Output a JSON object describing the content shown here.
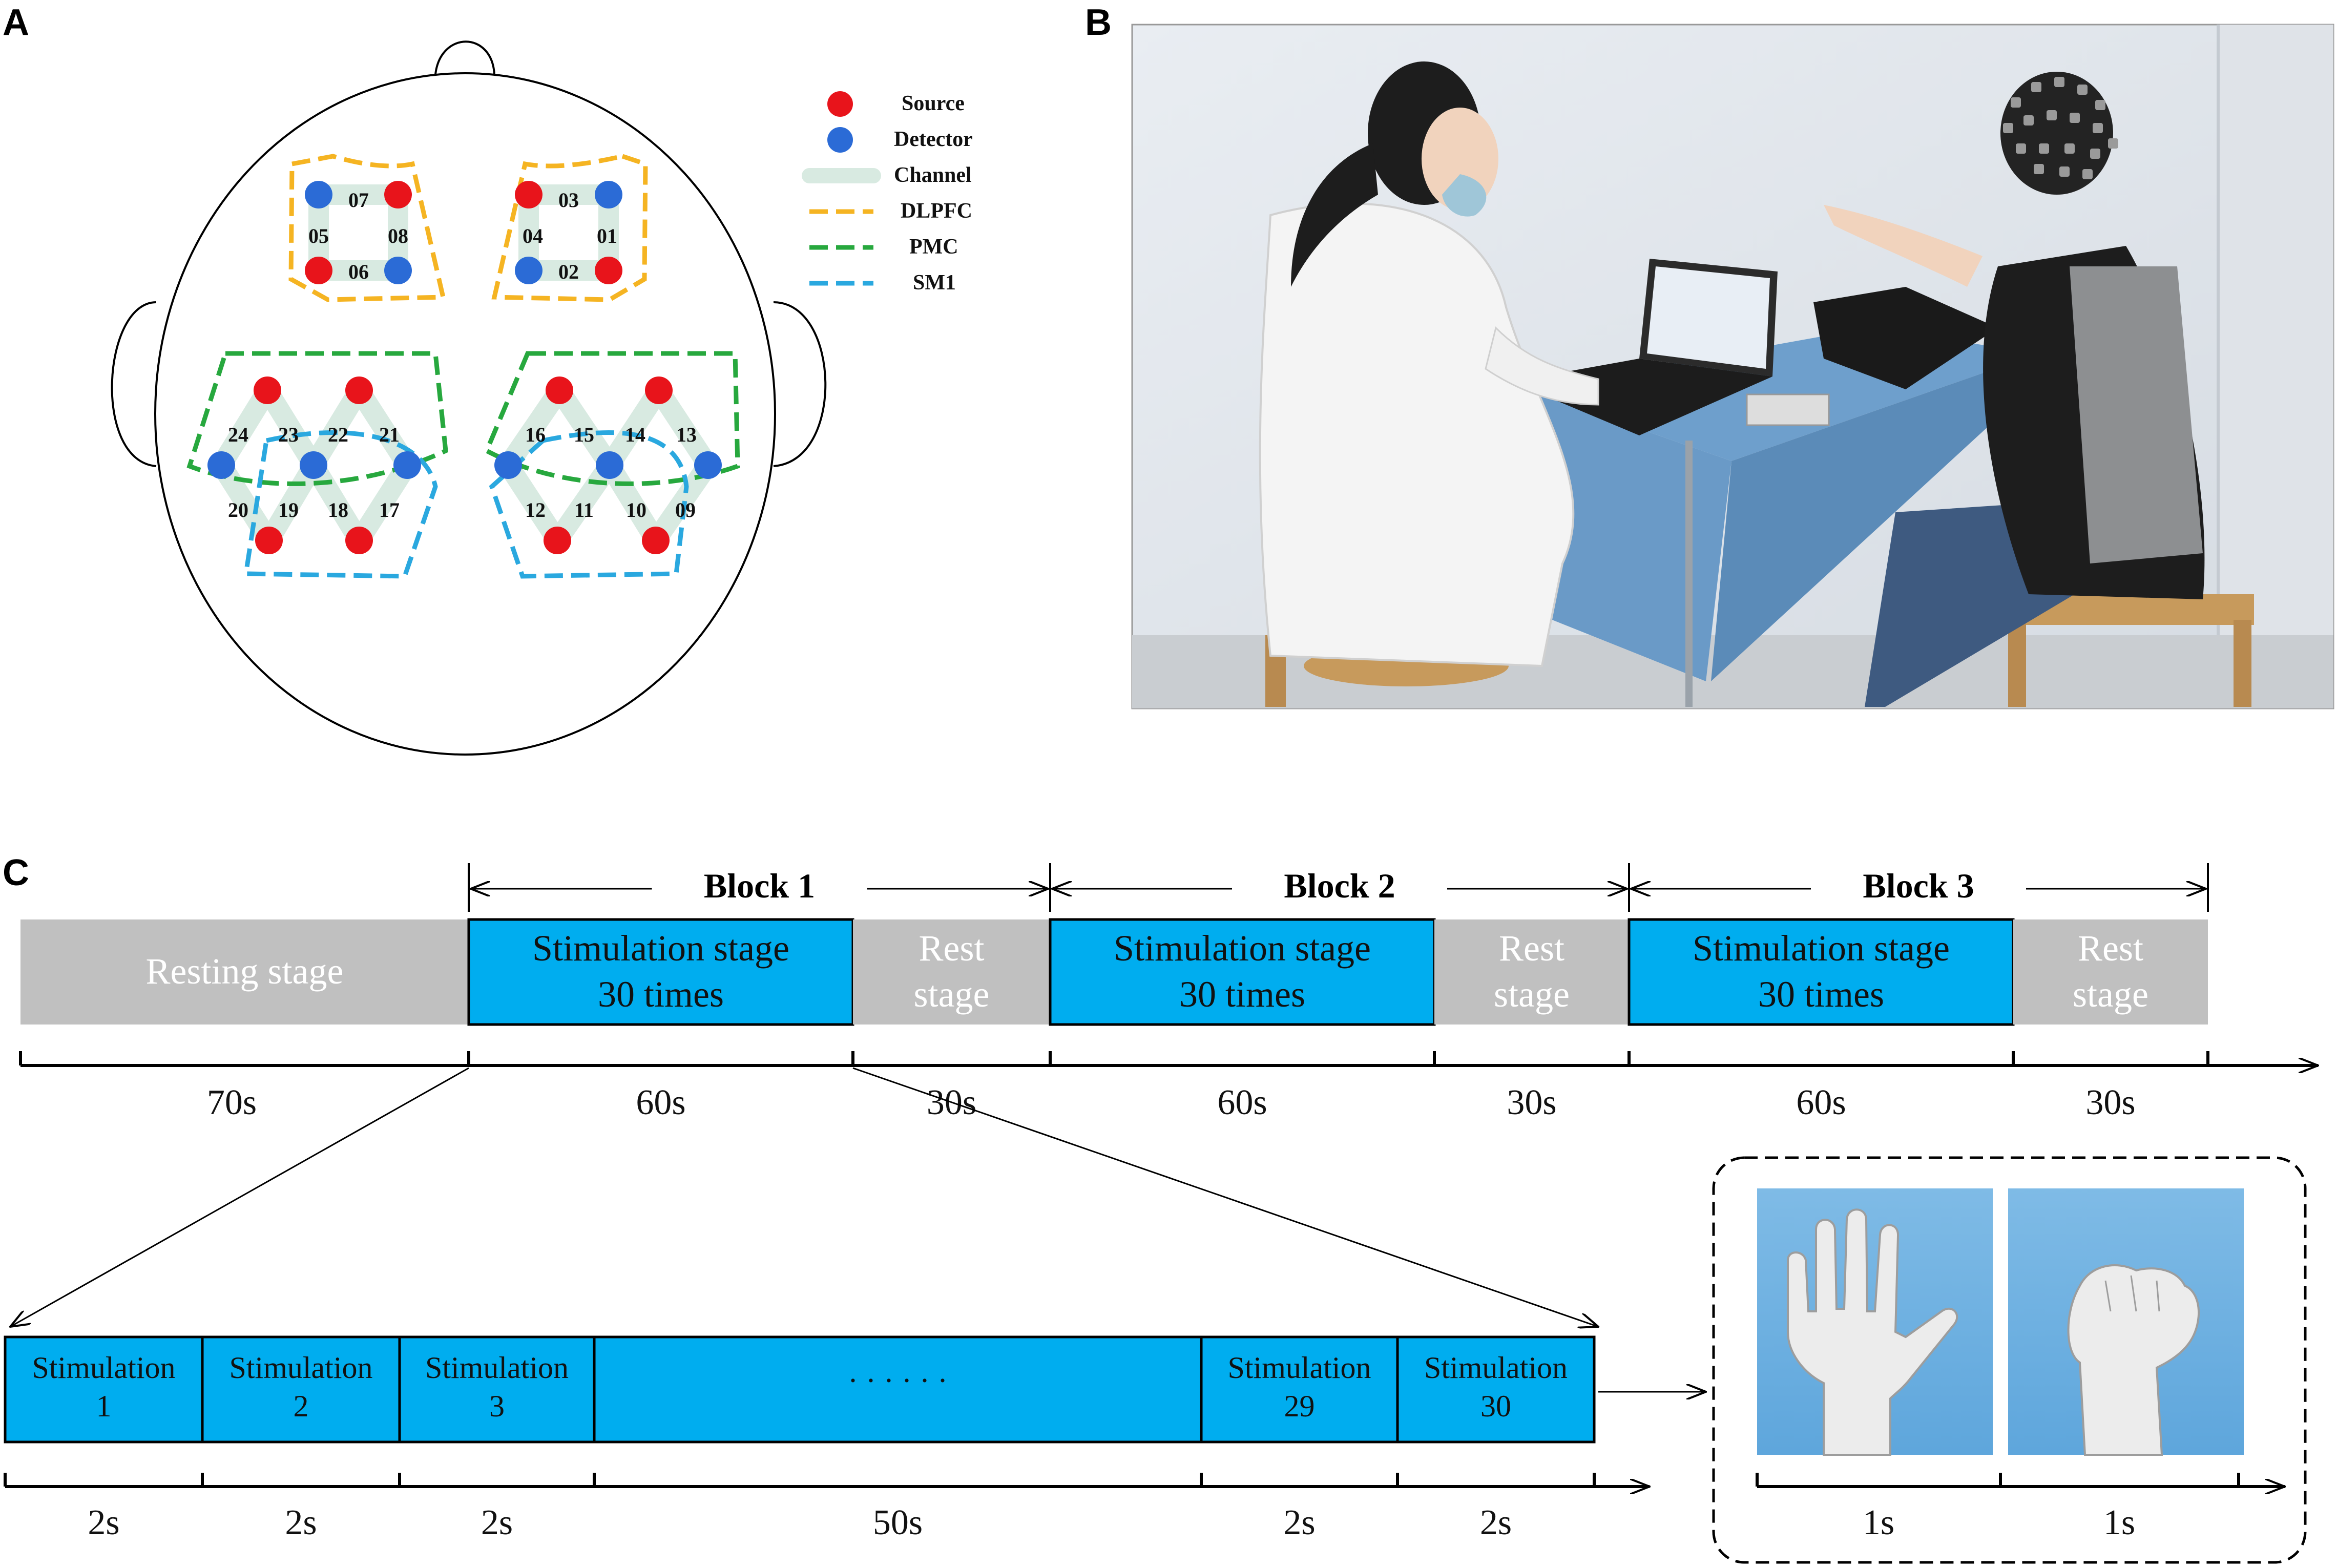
{
  "panels": {
    "a": "A",
    "b": "B",
    "c": "C"
  },
  "legend": {
    "source": "Source",
    "detector": "Detector",
    "channel": "Channel",
    "dlpfc": "DLPFC",
    "pmc": "PMC",
    "sm1": "SM1"
  },
  "channels": [
    "01",
    "02",
    "03",
    "04",
    "05",
    "06",
    "07",
    "08",
    "09",
    "10",
    "11",
    "12",
    "13",
    "14",
    "15",
    "16",
    "17",
    "18",
    "19",
    "20",
    "21",
    "22",
    "23",
    "24"
  ],
  "colors": {
    "source": "#e8141b",
    "detector": "#2b6bd6",
    "channel": "#d8eae1",
    "dlpfc": "#f5b422",
    "pmc": "#27a83e",
    "sm1": "#2aa8df",
    "stage_blue": "#00adef",
    "stage_gray": "#c0c0c0"
  },
  "timeline": {
    "blocks": [
      "Block 1",
      "Block 2",
      "Block 3"
    ],
    "resting": "Resting stage",
    "stim_line1": "Stimulation stage",
    "stim_line2": "30 times",
    "rest_line1": "Rest",
    "rest_line2": "stage",
    "durations": [
      "70s",
      "60s",
      "30s",
      "60s",
      "30s",
      "60s",
      "30s"
    ]
  },
  "detail": {
    "stim_word": "Stimulation",
    "cells": [
      "1",
      "2",
      "3",
      "29",
      "30"
    ],
    "ellipsis": "· · · · · ·",
    "durations": [
      "2s",
      "2s",
      "2s",
      "50s",
      "2s",
      "2s"
    ]
  },
  "hand": {
    "durations": [
      "1s",
      "1s"
    ]
  },
  "photo_icons": [
    "experimenter-person",
    "laptop",
    "fnirs-cap-participant"
  ]
}
